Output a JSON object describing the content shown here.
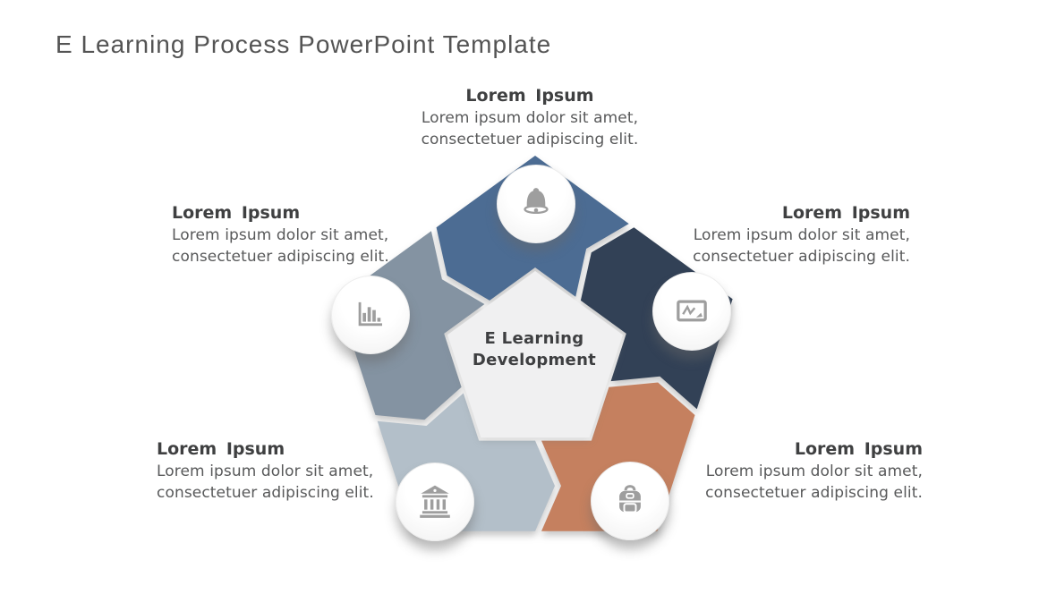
{
  "title": "E Learning Process PowerPoint Template",
  "center": {
    "label": "E Learning\nDevelopment",
    "fill": "#f0f0f1",
    "text_color": "#3e3f41"
  },
  "palette": {
    "background": "#ffffff",
    "title_text": "#545454",
    "heading_text": "#3f4041",
    "body_text": "#58595a",
    "icon_gray": "#9e9e9e",
    "badge_fill": "#fdfdfd"
  },
  "items": [
    {
      "position": "top",
      "heading": "Lorem Ipsum",
      "body": "Lorem ipsum dolor sit amet,\nconsectetuer adipiscing elit.",
      "icon": "bell-icon",
      "color": "#4c6c93"
    },
    {
      "position": "upper-left",
      "heading": "Lorem Ipsum",
      "body": "Lorem ipsum dolor sit amet,\nconsectetuer adipiscing elit.",
      "icon": "bar-chart-icon",
      "color": "#8493a2"
    },
    {
      "position": "upper-right",
      "heading": "Lorem Ipsum",
      "body": "Lorem ipsum dolor sit amet,\nconsectetuer adipiscing elit.",
      "icon": "drawing-tablet-icon",
      "color": "#324156"
    },
    {
      "position": "lower-left",
      "heading": "Lorem Ipsum",
      "body": "Lorem ipsum dolor sit amet,\nconsectetuer adipiscing elit.",
      "icon": "bank-icon",
      "color": "#b3bfc9"
    },
    {
      "position": "lower-right",
      "heading": "Lorem Ipsum",
      "body": "Lorem ipsum dolor sit amet,\nconsectetuer adipiscing elit.",
      "icon": "backpack-icon",
      "color": "#c5805f"
    }
  ]
}
